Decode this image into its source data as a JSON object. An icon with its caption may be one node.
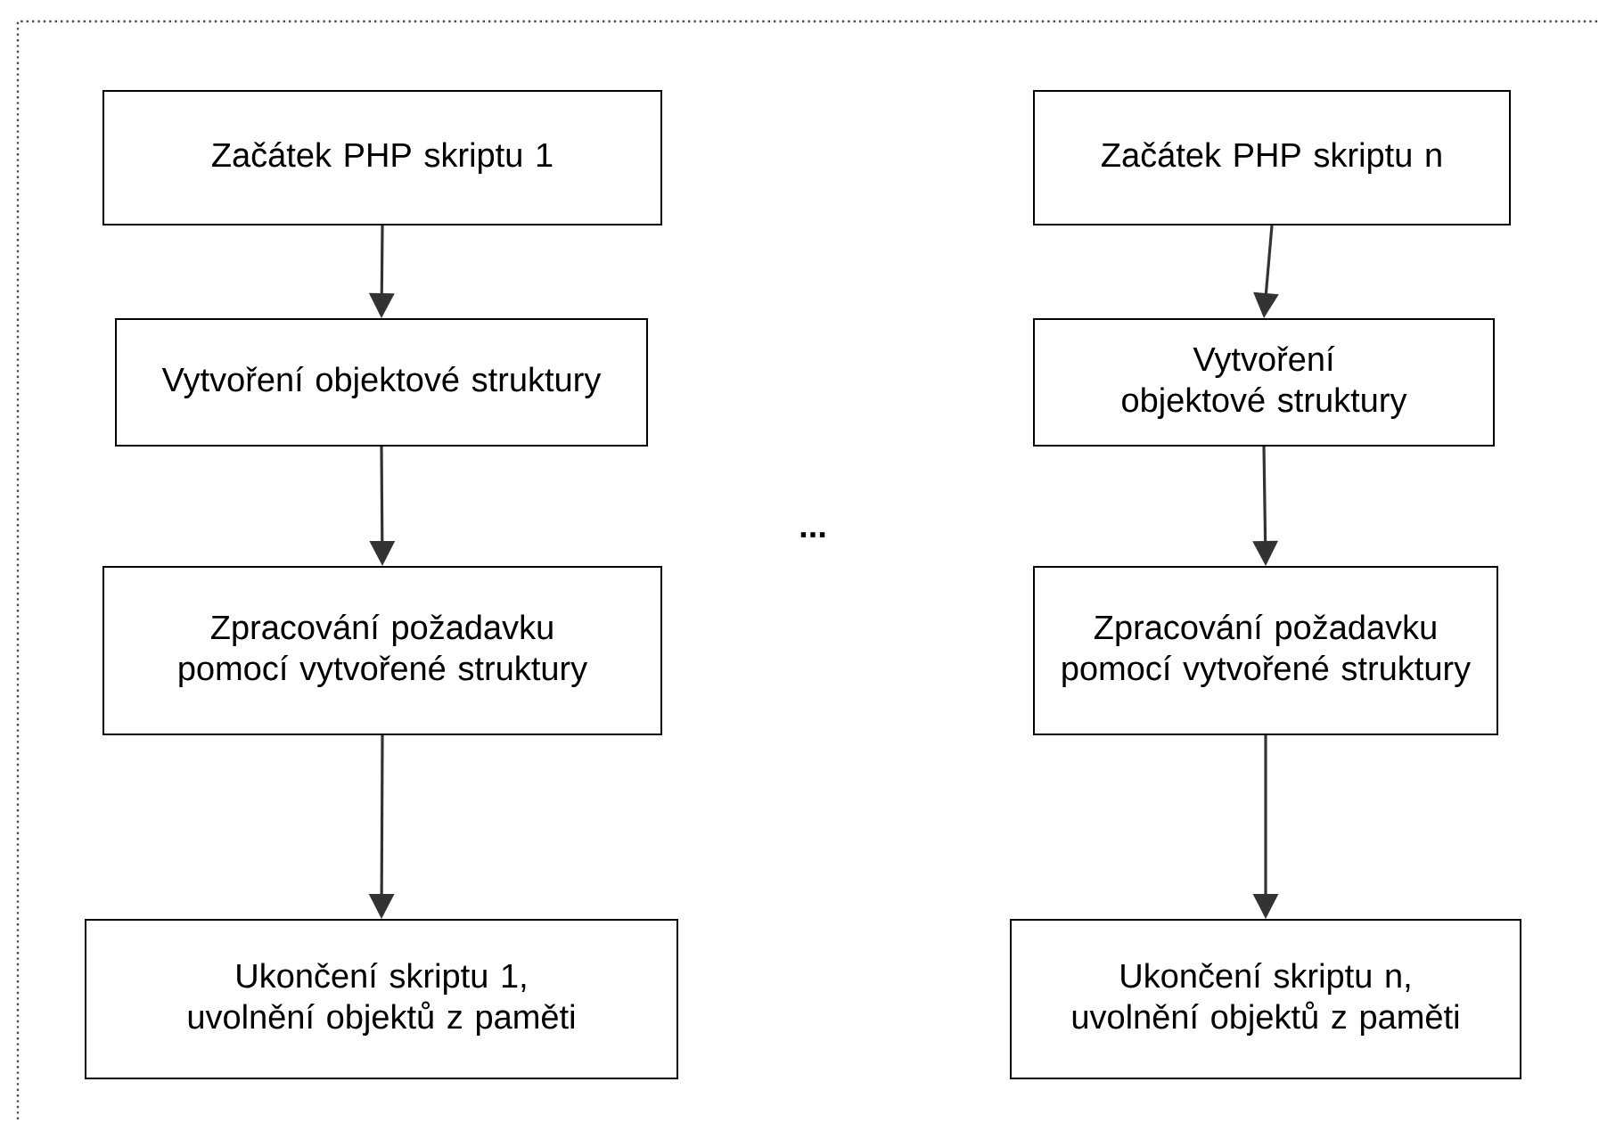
{
  "diagram": {
    "nodes": [
      {
        "text": [
          "Začátek PHP skriptu 1"
        ]
      },
      {
        "text": [
          "Vytvoření objektové struktury"
        ]
      },
      {
        "text": [
          "Zpracování požadavku pomocí vytvořené struktury"
        ]
      },
      {
        "text": [
          "Ukončení skriptu 1, uvolnění objektů z paměti"
        ]
      },
      {
        "text": [
          "Začátek PHP skriptu n"
        ]
      },
      {
        "text": [
          "Vytvoření objektové struktury"
        ]
      },
      {
        "text": [
          "Zpracování požadavku pomocí vytvořené struktury"
        ]
      },
      {
        "text": [
          "Ukončení skriptu n, uvolnění objektů z paměti"
        ]
      }
    ],
    "edges": [
      {
        "from": 0,
        "to": 1,
        "arrow": "to"
      },
      {
        "from": 1,
        "to": 2,
        "arrow": "to"
      },
      {
        "from": 2,
        "to": 3,
        "arrow": "to"
      },
      {
        "from": 4,
        "to": 5,
        "arrow": "to"
      },
      {
        "from": 5,
        "to": 6,
        "arrow": "to"
      },
      {
        "from": 6,
        "to": 7,
        "arrow": "to"
      }
    ],
    "labels": [
      "..."
    ]
  }
}
